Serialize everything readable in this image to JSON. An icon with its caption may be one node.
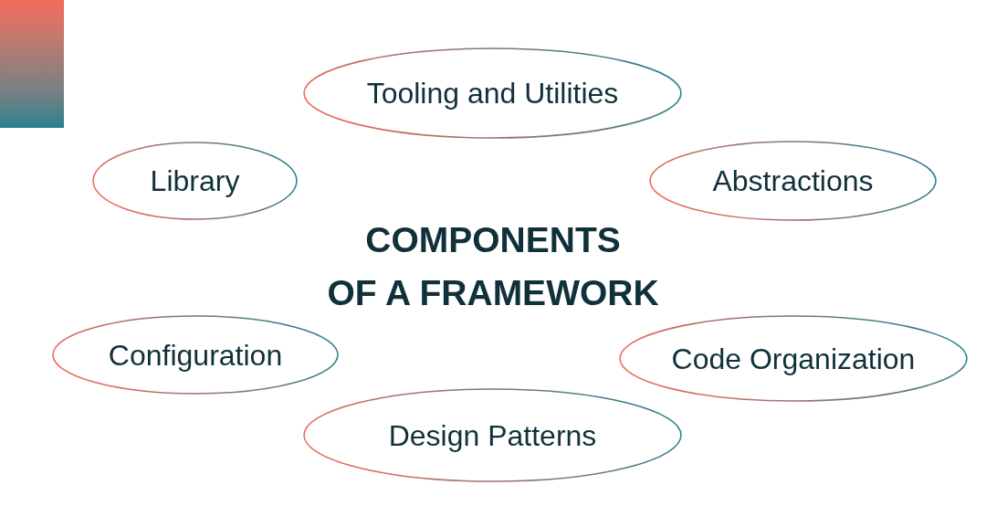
{
  "diagram": {
    "title": "COMPONENTS OF A FRAMEWORK",
    "nodes": [
      {
        "text": [],
        "shape": "box"
      },
      {
        "text": [
          "Tooling and Utilities"
        ]
      },
      {
        "text": [
          "Library"
        ]
      },
      {
        "text": [
          "Abstractions"
        ]
      },
      {
        "text": [
          "Configuration"
        ]
      },
      {
        "text": [
          "Code Organization"
        ]
      },
      {
        "text": [
          "Design Patterns"
        ]
      }
    ]
  }
}
